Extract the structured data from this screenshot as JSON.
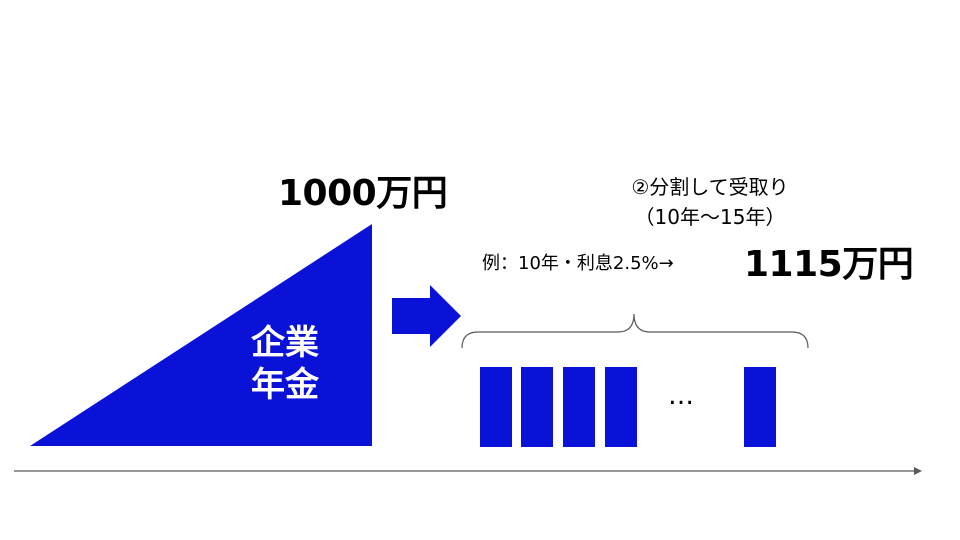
{
  "colors": {
    "accent_blue": "#0a12d8",
    "axis_gray": "#595959",
    "text": "#000000",
    "label_on_blue": "#ffffff"
  },
  "pension": {
    "amount": "1000万円",
    "label_line1": "企業",
    "label_line2": "年金"
  },
  "installments": {
    "caption_line1": "②分割して受取り",
    "caption_line2": "（10年〜15年）",
    "example_note": "例：10年・利息2.5%→",
    "total_amount": "1115万円",
    "ellipsis": "…",
    "bar_count_before_gap": 4,
    "bar_count_after_gap": 1
  },
  "timeline": {
    "icon": "arrow-right-icon"
  }
}
